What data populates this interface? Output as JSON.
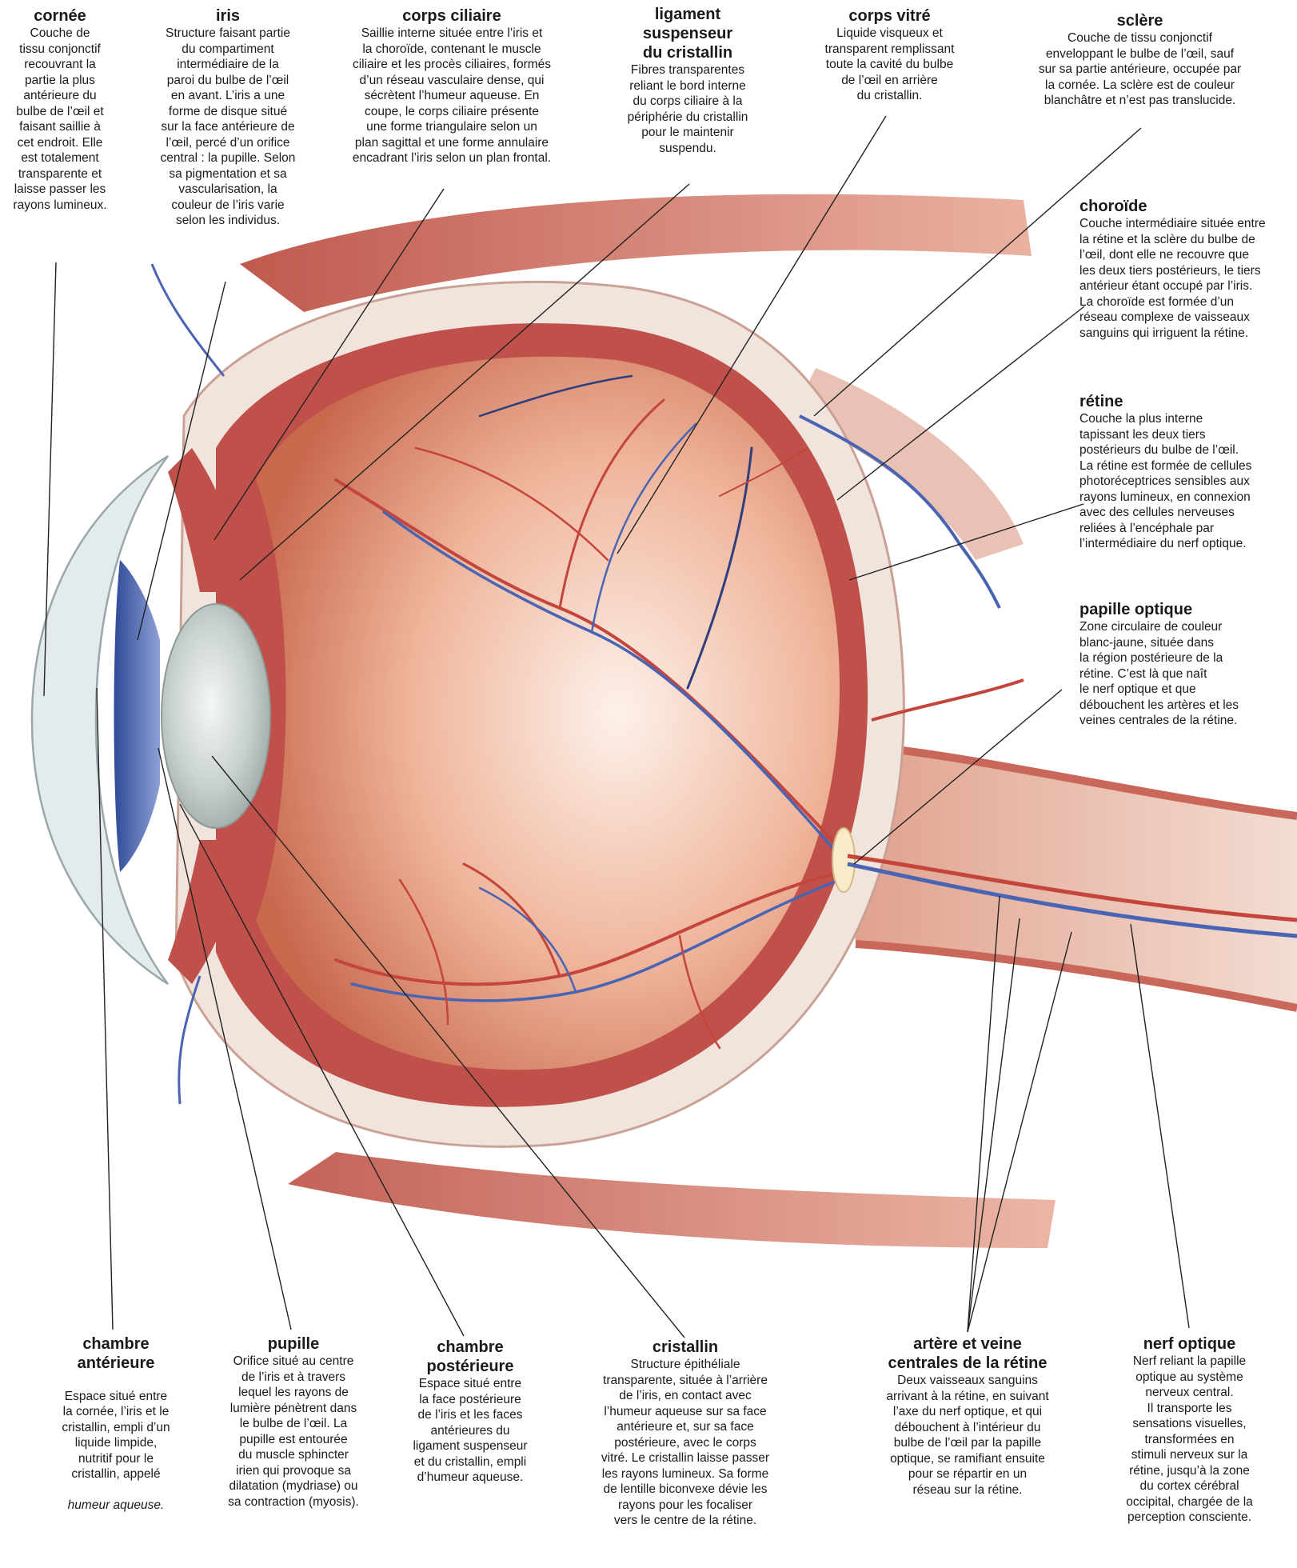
{
  "labels": {
    "cornea": {
      "title": "cornée",
      "desc": "Couche de\ntissu conjonctif\nrecouvrant la\npartie la plus\nantérieure du\nbulbe de l’œil et\nfaisant saillie à\ncet endroit. Elle\nest totalement\ntransparente et\nlaisse passer les\nrayons lumineux."
    },
    "iris": {
      "title": "iris",
      "desc": "Structure faisant partie\ndu compartiment\nintermédiaire de la\nparoi du bulbe de l’œil\nen avant. L’iris a une\nforme de disque situé\nsur la face antérieure de\nl’œil, percé d’un orifice\ncentral : la pupille. Selon\nsa pigmentation et sa\nvascularisation, la\ncouleur de l’iris varie\nselon les individus."
    },
    "ciliary_body": {
      "title": "corps ciliaire",
      "desc": "Saillie interne située entre l’iris et\nla choroïde, contenant le muscle\nciliaire et les procès ciliaires, formés\nd’un réseau vasculaire dense, qui\nsécrètent l’humeur aqueuse. En\ncoupe, le corps ciliaire présente\nune forme triangulaire selon un\nplan sagittal et une forme annulaire\nencadrant l’iris selon un plan frontal."
    },
    "suspensory_ligament": {
      "title": "ligament\nsuspenseur\ndu cristallin",
      "desc": "Fibres transparentes\nreliant le bord interne\ndu corps ciliaire à la\npériphérie du cristallin\npour le maintenir\nsuspendu."
    },
    "vitreous_body": {
      "title": "corps vitré",
      "desc": "Liquide visqueux et\ntransparent remplissant\ntoute la cavité du bulbe\nde l’œil en arrière\ndu cristallin."
    },
    "sclera": {
      "title": "sclère",
      "desc": "Couche de tissu conjonctif\nenveloppant le bulbe de l’œil, sauf\nsur sa partie antérieure, occupée par\nla cornée. La sclère est de couleur\nblanchâtre et n’est pas translucide."
    },
    "choroid": {
      "title": "choroïde",
      "desc": "Couche intermédiaire située entre\nla rétine et la sclère du bulbe de\nl’œil, dont elle ne recouvre que\nles deux tiers postérieurs, le tiers\nantérieur étant occupé par l’iris.\nLa choroïde est formée d’un\nréseau complexe de vaisseaux\nsanguins qui irriguent la rétine."
    },
    "retina": {
      "title": "rétine",
      "desc": "Couche la plus interne\ntapissant les deux tiers\npostérieurs du bulbe de l’œil.\nLa rétine est formée de cellules\nphotoréceptrices sensibles aux\nrayons lumineux, en connexion\navec des cellules nerveuses\nreliées à l’encéphale par\nl’intermédiaire du nerf optique."
    },
    "optic_disc": {
      "title": "papille optique",
      "desc": "Zone circulaire de couleur\nblanc-jaune, située dans\nla région postérieure de la\nrétine. C’est là que naît\nle nerf optique et que\ndébouchent les artères et les\nveines centrales de la rétine."
    },
    "anterior_chamber": {
      "title": "chambre\nantérieure",
      "desc": "Espace situé entre\nla cornée, l’iris et le\ncristallin, empli d’un\nliquide limpide,\nnutritif pour le\ncristallin, appelé",
      "desc_italic": "humeur aqueuse."
    },
    "pupil": {
      "title": "pupille",
      "desc": "Orifice situé au centre\nde l’iris et à travers\nlequel les rayons de\nlumière pénètrent dans\nle bulbe de l’œil. La\npupille est entourée\ndu muscle sphincter\nirien qui provoque sa\ndilatation (mydriase) ou\nsa contraction (myosis)."
    },
    "posterior_chamber": {
      "title": "chambre\npostérieure",
      "desc": "Espace situé entre\nla face postérieure\nde l’iris et les faces\nantérieures du\nligament suspenseur\net du cristallin, empli\nd’humeur aqueuse."
    },
    "lens": {
      "title": "cristallin",
      "desc": "Structure épithéliale\ntransparente, située à l’arrière\nde l’iris, en contact avec\nl’humeur aqueuse sur sa face\nantérieure et, sur sa face\npostérieure, avec le corps\nvitré. Le cristallin laisse passer\nles rayons lumineux. Sa forme\nde lentille biconvexe dévie les\nrayons pour les focaliser\nvers le centre de la rétine."
    },
    "central_vessels": {
      "title": "artère et veine\ncentrales de la rétine",
      "desc": "Deux vaisseaux sanguins\narrivant à la rétine, en suivant\nl’axe du nerf optique, et qui\ndébouchent à l’intérieur du\nbulbe de l’œil par la papille\noptique, se ramifiant ensuite\npour se répartir en un\nréseau sur la rétine."
    },
    "optic_nerve": {
      "title": "nerf optique",
      "desc": "Nerf reliant la papille\noptique au système\nnerveux central.\nIl transporte les\nsensations visuelles,\ntransformées en\nstimuli nerveux sur la\nrétine, jusqu’à la zone\ndu cortex cérébral\noccipital, chargée de la\nperception consciente."
    }
  },
  "colors": {
    "muscle": "#c8584a",
    "muscle_dark": "#a23c32",
    "sclera": "#f1e4dd",
    "choroid": "#c0504a",
    "retina_inner": "#d98466",
    "vitreous_light": "#fbe9df",
    "artery": "#c4453c",
    "vein": "#4a64b4",
    "iris": "#4a62b0",
    "cornea": "#e8eef0",
    "lens": "#d3dad8",
    "leader": "#222222"
  }
}
